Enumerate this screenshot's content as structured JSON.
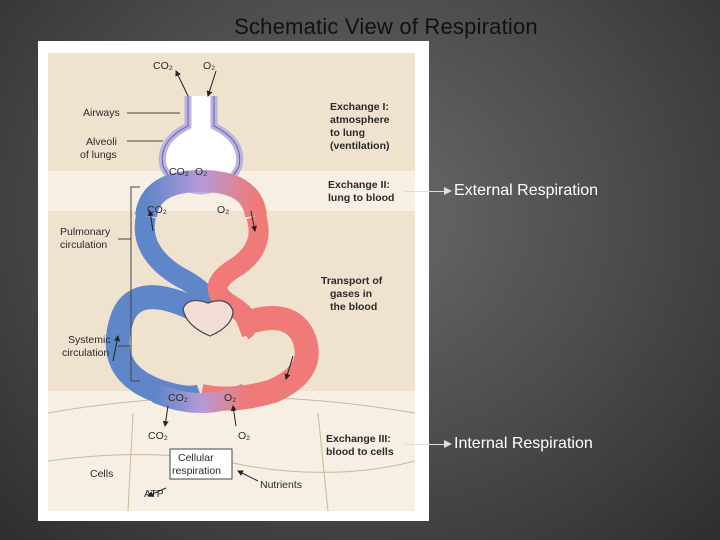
{
  "title": "Schematic View of Respiration",
  "figure": {
    "top_co2": "CO₂",
    "top_o2": "O₂",
    "airways": "Airways",
    "alveoli_1": "Alveoli",
    "alveoli_2": "of lungs",
    "alv_co2": "CO₂",
    "alv_o2": "O₂",
    "pulm_co2": "CO₂",
    "pulm_o2": "O₂",
    "pulmonary_1": "Pulmonary",
    "pulmonary_2": "circulation",
    "systemic_1": "Systemic",
    "systemic_2": "circulation",
    "sys_co2": "CO₂",
    "sys_o2": "O₂",
    "cell_co2": "CO₂",
    "cell_o2": "O₂",
    "cells": "Cells",
    "cellular_1": "Cellular",
    "cellular_2": "respiration",
    "atp": "ATP",
    "nutrients": "Nutrients",
    "ex1_1": "Exchange I:",
    "ex1_2": "atmosphere",
    "ex1_3": "to lung",
    "ex1_4": "(ventilation)",
    "ex2_1": "Exchange II:",
    "ex2_2": "lung to blood",
    "tr_1": "Transport of",
    "tr_2": "gases in",
    "tr_3": "the blood",
    "ex3_1": "Exchange III:",
    "ex3_2": "blood to cells"
  },
  "callouts": {
    "external": "External Respiration",
    "internal": "Internal Respiration"
  },
  "colors": {
    "background": "#4a4a4a",
    "band_tan": "#efe2cf",
    "band_light": "#f7efe4",
    "blood_blue": "#5f86c8",
    "blood_red": "#ef7a78"
  }
}
